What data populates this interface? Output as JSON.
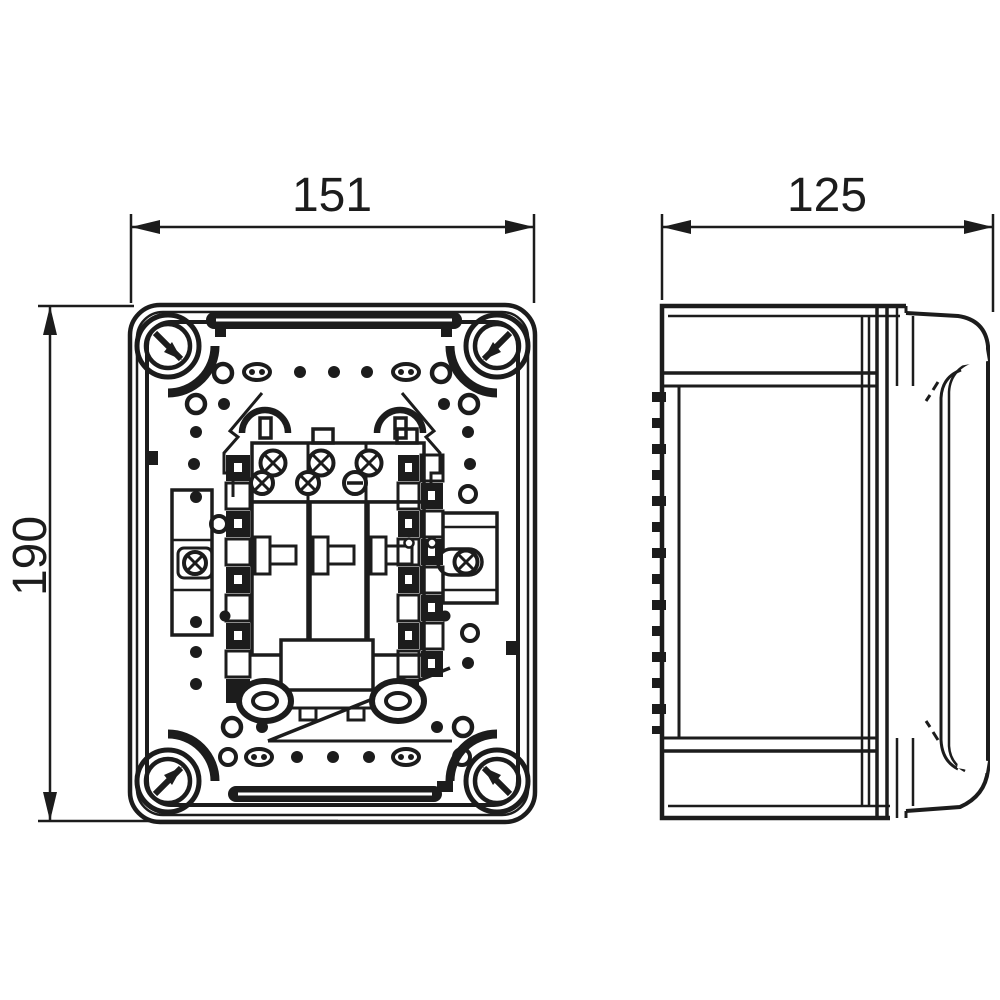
{
  "drawing": {
    "background": "#ffffff",
    "line_color": "#1c1c1c",
    "dimensions": {
      "width": "151",
      "height": "190",
      "depth": "125"
    }
  }
}
